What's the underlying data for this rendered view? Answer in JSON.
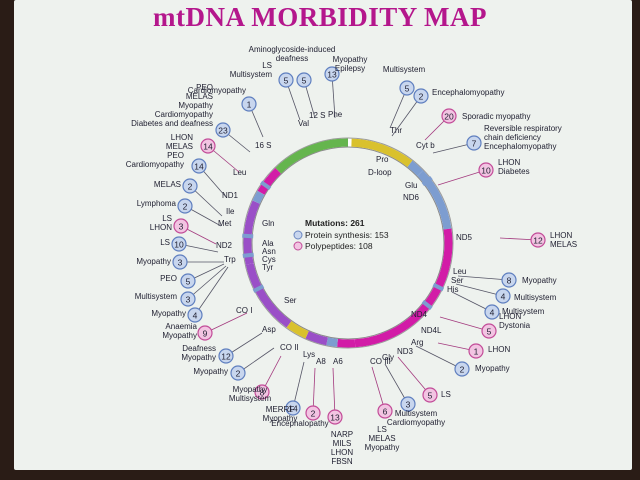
{
  "title": "mtDNA MORBIDITY MAP",
  "legend": {
    "mutations": "Mutations: 261",
    "protein_synthesis": "Protein synthesis: 153",
    "polypeptides": "Polypeptides: 108"
  },
  "colors": {
    "title": "#b4178c",
    "protein_synthesis": "#7f9fd1",
    "polypeptides": "#d86bb2",
    "nd_segments": "#d21ca7",
    "rrna_segments": "#65b54e",
    "dloop_segment": "#d9c12d",
    "co_segments": "#9a4fc7",
    "trna_segments": "#7d9dd0"
  },
  "genes": [
    {
      "label": "D-loop"
    },
    {
      "label": "12 S"
    },
    {
      "label": "Phe"
    },
    {
      "label": "Val"
    },
    {
      "label": "16 S"
    },
    {
      "label": "Leu"
    },
    {
      "label": "ND1"
    },
    {
      "label": "Ile"
    },
    {
      "label": "Met"
    },
    {
      "label": "Gln"
    },
    {
      "label": "ND2"
    },
    {
      "label": "Ala"
    },
    {
      "label": "Asn"
    },
    {
      "label": "Cys"
    },
    {
      "label": "Tyr"
    },
    {
      "label": "Trp"
    },
    {
      "label": "Ser"
    },
    {
      "label": "CO I"
    },
    {
      "label": "Asp"
    },
    {
      "label": "CO II"
    },
    {
      "label": "Lys"
    },
    {
      "label": "A8"
    },
    {
      "label": "A6"
    },
    {
      "label": "CO III"
    },
    {
      "label": "Gly"
    },
    {
      "label": "ND3"
    },
    {
      "label": "Arg"
    },
    {
      "label": "ND4L"
    },
    {
      "label": "ND4"
    },
    {
      "label": "His"
    },
    {
      "label": "Ser"
    },
    {
      "label": "Leu"
    },
    {
      "label": "ND5"
    },
    {
      "label": "ND6"
    },
    {
      "label": "Glu"
    },
    {
      "label": "Cyt b"
    },
    {
      "label": "Thr"
    },
    {
      "label": "Pro"
    }
  ],
  "annotations": [
    {
      "count": "1",
      "type": "protein",
      "lines": [
        "Cardiomyopathy"
      ]
    },
    {
      "count": "5",
      "type": "protein",
      "lines": [
        "LS",
        "Multisystem"
      ]
    },
    {
      "count": "5",
      "type": "protein",
      "lines": [
        "Aminoglycoside-induced",
        "deafness"
      ]
    },
    {
      "count": "13",
      "type": "protein",
      "lines": [
        "Myopathy",
        "Epilepsy"
      ]
    },
    {
      "count": "5",
      "type": "protein",
      "lines": [
        "Multisystem"
      ]
    },
    {
      "count": "2",
      "type": "protein",
      "lines": [
        "Encephalomyopathy"
      ]
    },
    {
      "count": "20",
      "type": "polypeptide",
      "lines": [
        "Sporadic myopathy"
      ]
    },
    {
      "count": "7",
      "type": "protein",
      "lines": [
        "Reversible respiratory",
        "chain deficiency",
        "Encephalomyopathy"
      ]
    },
    {
      "count": "10",
      "type": "polypeptide",
      "lines": [
        "LHON",
        "Diabetes"
      ]
    },
    {
      "count": "23",
      "type": "protein",
      "lines": [
        "PEO",
        "MELAS",
        "Myopathy",
        "Cardiomyopathy",
        "Diabetes and deafness"
      ]
    },
    {
      "count": "14",
      "type": "polypeptide",
      "lines": [
        "LHON",
        "MELAS"
      ]
    },
    {
      "count": "14",
      "type": "protein",
      "lines": [
        "PEO",
        "Cardiomyopathy"
      ]
    },
    {
      "count": "2",
      "type": "protein",
      "lines": [
        "MELAS"
      ]
    },
    {
      "count": "2",
      "type": "protein",
      "lines": [
        "Lymphoma"
      ]
    },
    {
      "count": "3",
      "type": "polypeptide",
      "lines": [
        "LS",
        "LHON"
      ]
    },
    {
      "count": "10",
      "type": "protein",
      "lines": [
        "LS"
      ]
    },
    {
      "count": "3",
      "type": "protein",
      "lines": [
        "Myopathy"
      ]
    },
    {
      "count": "5",
      "type": "protein",
      "lines": [
        "PEO"
      ]
    },
    {
      "count": "3",
      "type": "protein",
      "lines": [
        "Multisystem"
      ]
    },
    {
      "count": "4",
      "type": "protein",
      "lines": [
        "Myopathy"
      ]
    },
    {
      "count": "9",
      "type": "polypeptide",
      "lines": [
        "Anaemia",
        "Myopathy"
      ]
    },
    {
      "count": "12",
      "type": "protein",
      "lines": [
        "Deafness",
        "Myopathy"
      ]
    },
    {
      "count": "2",
      "type": "protein",
      "lines": [
        "Myopathy"
      ]
    },
    {
      "count": "8",
      "type": "polypeptide",
      "lines": [
        "Myopathy",
        "Multisystem"
      ]
    },
    {
      "count": "14",
      "type": "protein",
      "lines": [
        "MERRF",
        "Myopathy"
      ]
    },
    {
      "count": "2",
      "type": "polypeptide",
      "lines": [
        "Encephalopathy"
      ]
    },
    {
      "count": "13",
      "type": "polypeptide",
      "lines": [
        "NARP",
        "MILS",
        "LHON",
        "FBSN"
      ]
    },
    {
      "count": "6",
      "type": "polypeptide",
      "lines": [
        "LS",
        "MELAS",
        "Myopathy"
      ]
    },
    {
      "count": "3",
      "type": "protein",
      "lines": [
        "Multisystem",
        "Cardiomyopathy"
      ]
    },
    {
      "count": "5",
      "type": "polypeptide",
      "lines": [
        "LS"
      ]
    },
    {
      "count": "2",
      "type": "protein",
      "lines": [
        "Myopathy"
      ]
    },
    {
      "count": "1",
      "type": "polypeptide",
      "lines": [
        "LHON"
      ]
    },
    {
      "count": "5",
      "type": "polypeptide",
      "lines": [
        "LHON",
        "Dystonia"
      ]
    },
    {
      "count": "4",
      "type": "protein",
      "lines": [
        "Multisystem"
      ]
    },
    {
      "count": "4",
      "type": "protein",
      "lines": [
        "Multisystem"
      ]
    },
    {
      "count": "8",
      "type": "protein",
      "lines": [
        "Myopathy"
      ]
    },
    {
      "count": "12",
      "type": "polypeptide",
      "lines": [
        "LHON",
        "MELAS"
      ]
    }
  ]
}
